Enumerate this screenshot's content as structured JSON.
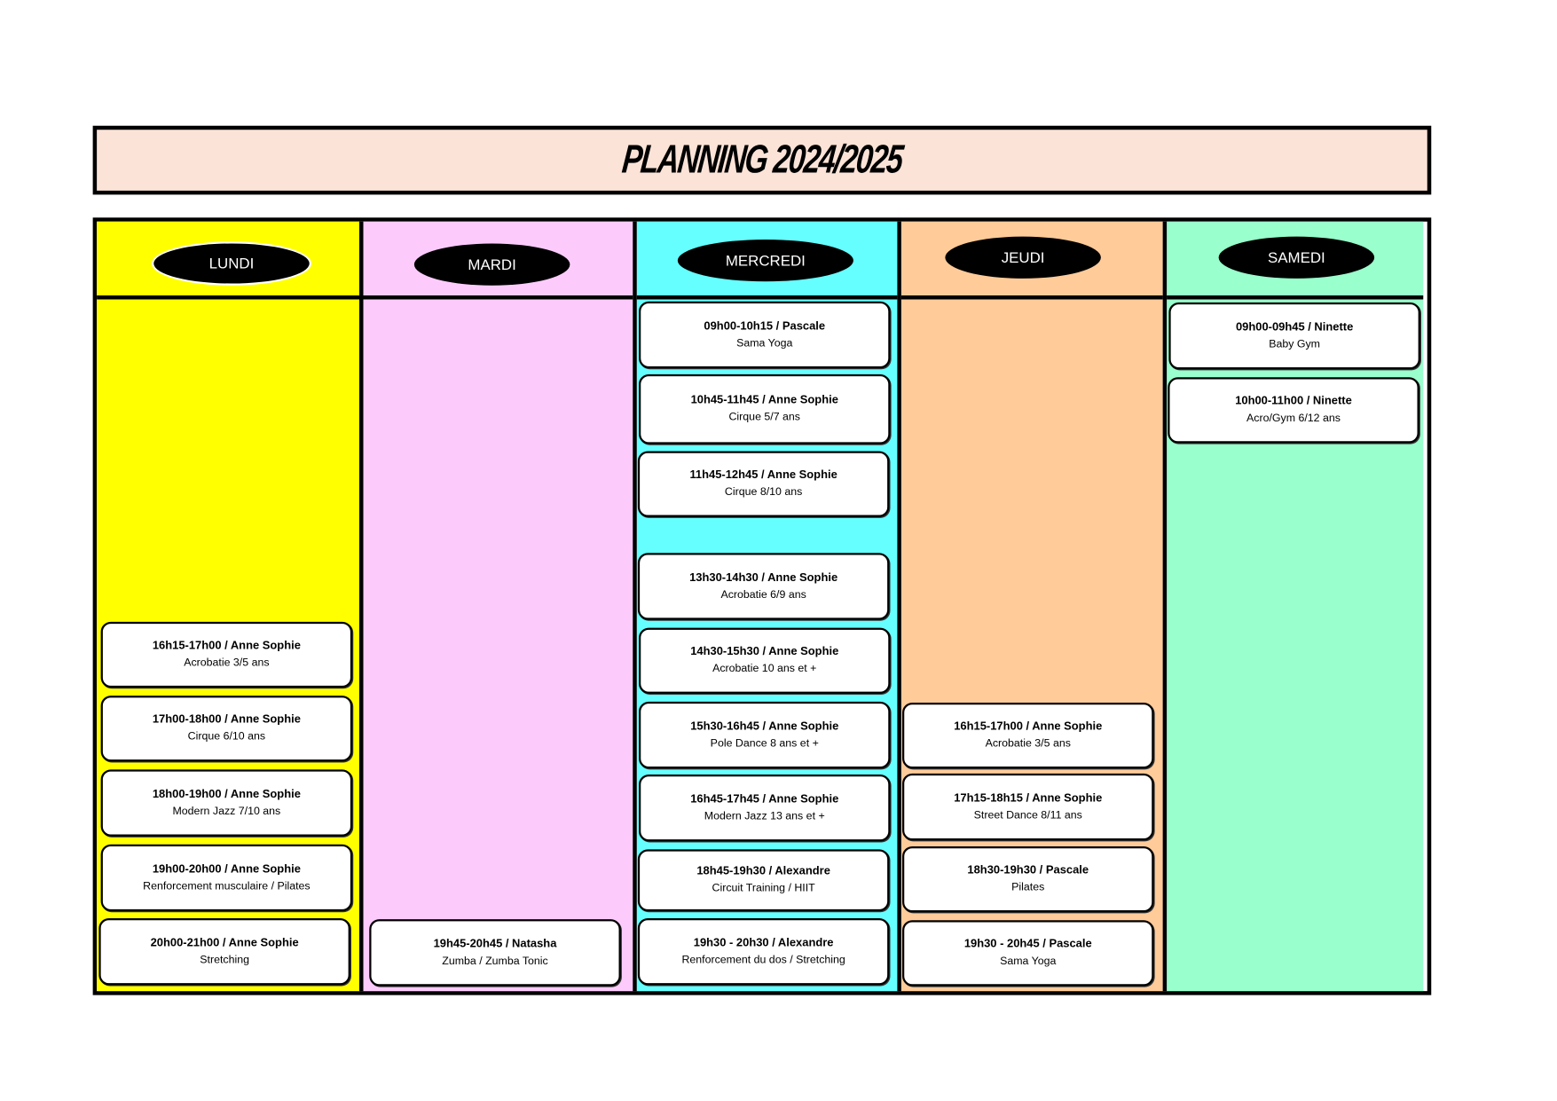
{
  "title": "PLANNING 2024/2025",
  "colors": {
    "lundi": "#ffff00",
    "mardi": "#fccbfc",
    "mercredi": "#66ffff",
    "jeudi": "#fecb99",
    "samedi": "#99ffcc",
    "title_bg": "#fbe3d7"
  },
  "days": [
    {
      "name": "LUNDI",
      "classes": [
        {
          "time": "16h15-17h00 / Anne Sophie",
          "activity": "Acrobatie 3/5 ans"
        },
        {
          "time": "17h00-18h00 / Anne Sophie",
          "activity": "Cirque 6/10 ans"
        },
        {
          "time": "18h00-19h00 / Anne Sophie",
          "activity": "Modern Jazz 7/10 ans"
        },
        {
          "time": "19h00-20h00 / Anne Sophie",
          "activity": "Renforcement musculaire / Pilates"
        },
        {
          "time": "20h00-21h00 / Anne Sophie",
          "activity": "Stretching"
        }
      ]
    },
    {
      "name": "MARDI",
      "classes": [
        {
          "time": "19h45-20h45 / Natasha",
          "activity": "Zumba / Zumba Tonic"
        }
      ]
    },
    {
      "name": "MERCREDI",
      "classes": [
        {
          "time": "09h00-10h15 / Pascale",
          "activity": "Sama Yoga"
        },
        {
          "time": "10h45-11h45 / Anne Sophie",
          "activity": "Cirque 5/7 ans"
        },
        {
          "time": "11h45-12h45 / Anne Sophie",
          "activity": "Cirque 8/10 ans"
        },
        {
          "time": "13h30-14h30 / Anne Sophie",
          "activity": "Acrobatie 6/9 ans"
        },
        {
          "time": "14h30-15h30 / Anne Sophie",
          "activity": "Acrobatie 10 ans et +"
        },
        {
          "time": "15h30-16h45 / Anne Sophie",
          "activity": "Pole Dance 8 ans et +"
        },
        {
          "time": "16h45-17h45 / Anne Sophie",
          "activity": "Modern Jazz 13 ans et +"
        },
        {
          "time": "18h45-19h30 / Alexandre",
          "activity": "Circuit Training / HIIT"
        },
        {
          "time": "19h30 - 20h30 / Alexandre",
          "activity": "Renforcement du dos / Stretching"
        }
      ]
    },
    {
      "name": "JEUDI",
      "classes": [
        {
          "time": "16h15-17h00 / Anne Sophie",
          "activity": "Acrobatie 3/5 ans"
        },
        {
          "time": "17h15-18h15 / Anne Sophie",
          "activity": "Street Dance 8/11 ans"
        },
        {
          "time": "18h30-19h30 / Pascale",
          "activity": "Pilates"
        },
        {
          "time": "19h30 - 20h45 / Pascale",
          "activity": "Sama Yoga"
        }
      ]
    },
    {
      "name": "SAMEDI",
      "classes": [
        {
          "time": "09h00-09h45 / Ninette",
          "activity": "Baby Gym"
        },
        {
          "time": "10h00-11h00 / Ninette",
          "activity": "Acro/Gym 6/12 ans"
        }
      ]
    }
  ]
}
